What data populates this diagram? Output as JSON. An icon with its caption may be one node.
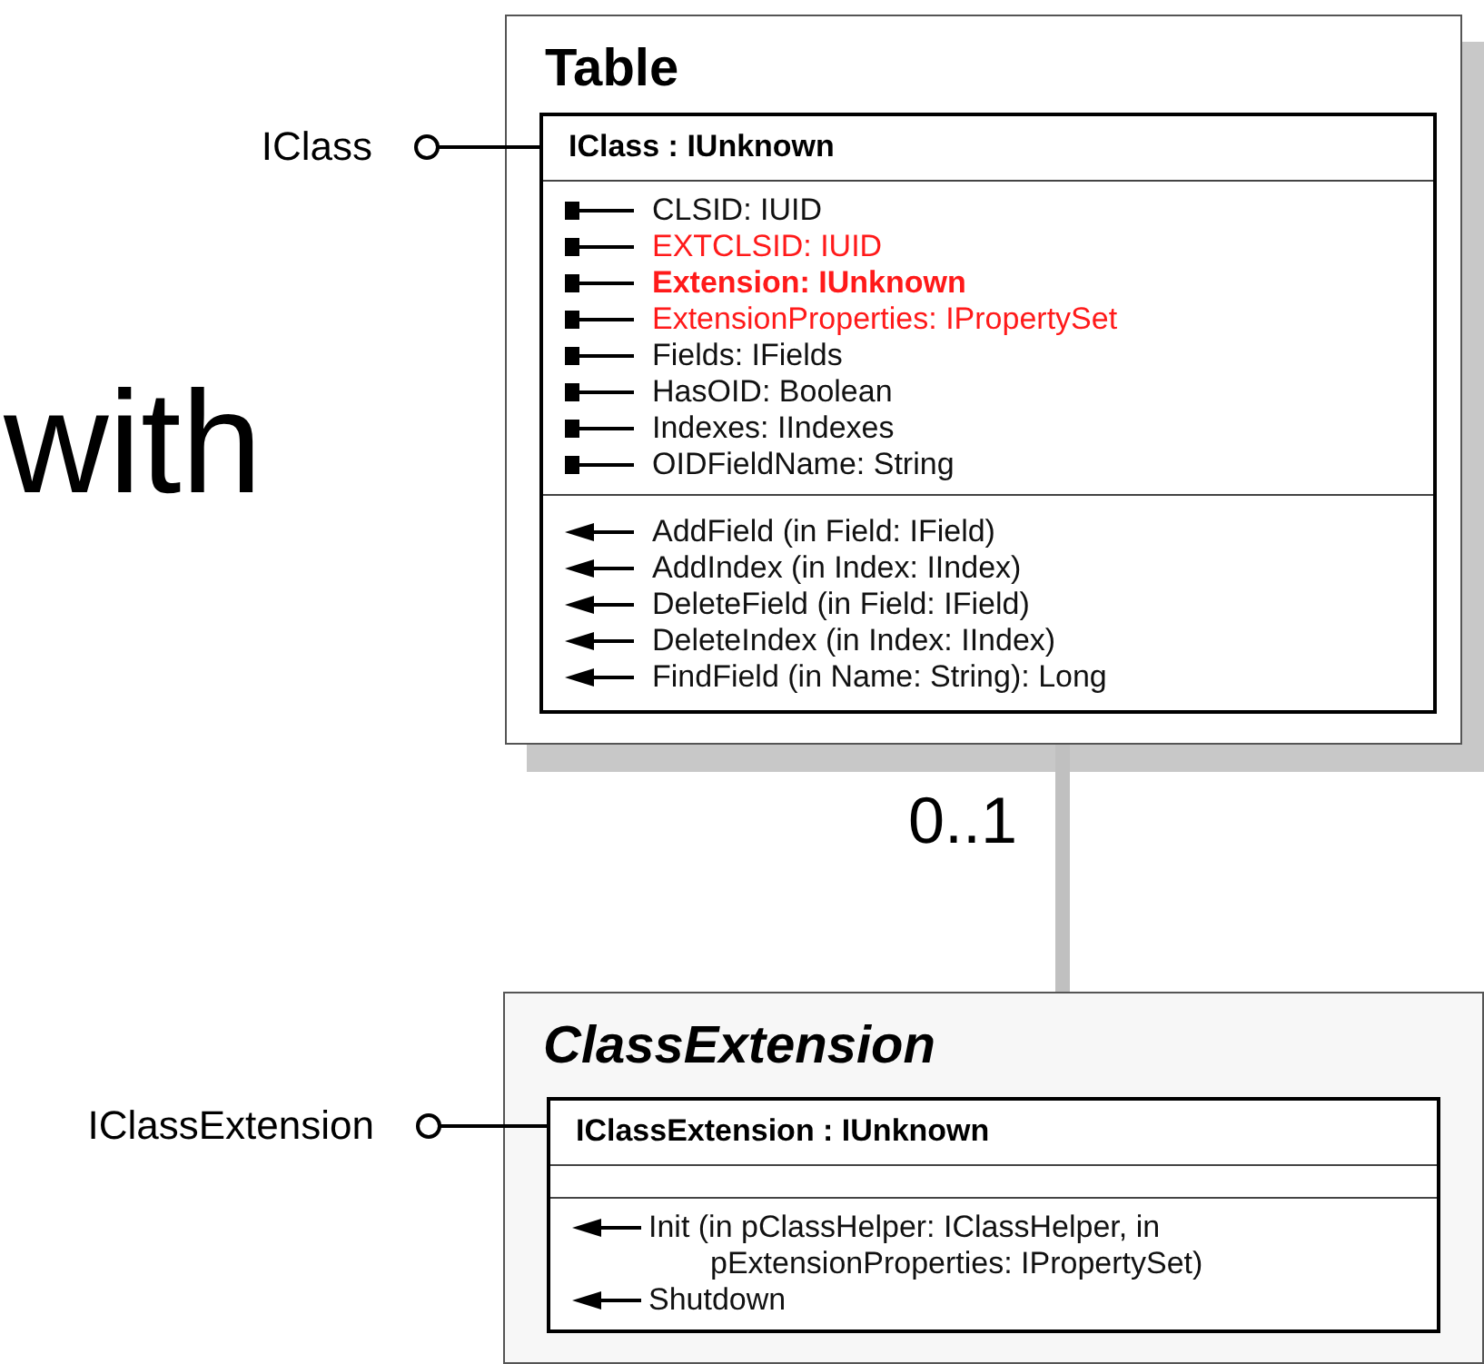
{
  "diagram": {
    "nodes": [
      {
        "text": [
          "Table"
        ]
      },
      {
        "text": [
          "IClass : IUnknown",
          "CLSID: IUID",
          "EXTCLSID: IUID",
          "Extension: IUnknown",
          "ExtensionProperties: IPropertySet",
          "Fields: IFields",
          "HasOID: Boolean",
          "Indexes: IIndexes",
          "OIDFieldName: String",
          "AddField (in Field: IField)",
          "AddIndex (in Index: IIndex)",
          "DeleteField (in Field: IField)",
          "DeleteIndex (in Index: IIndex)",
          "FindField (in Name: String): Long"
        ],
        "in": 0
      },
      {
        "text": [
          "IClass"
        ]
      },
      {
        "text": [
          "ClassExtension"
        ]
      },
      {
        "text": [
          "IClassExtension : IUnknown",
          "Init (in pClassHelper: IClassHelper, in pExtensionProperties: IPropertySet)",
          "Shutdown"
        ],
        "in": 3
      },
      {
        "text": [
          "IClassExtension"
        ]
      }
    ],
    "edges": [
      {
        "from": 0,
        "to": 3,
        "label": "0..1",
        "arrow": "none",
        "style": "thick",
        "color": "#c0c0c0"
      },
      {
        "from": 2,
        "to": 1,
        "arrow": "other"
      },
      {
        "from": 5,
        "to": 4,
        "arrow": "other"
      }
    ],
    "labels": [
      "with"
    ]
  }
}
